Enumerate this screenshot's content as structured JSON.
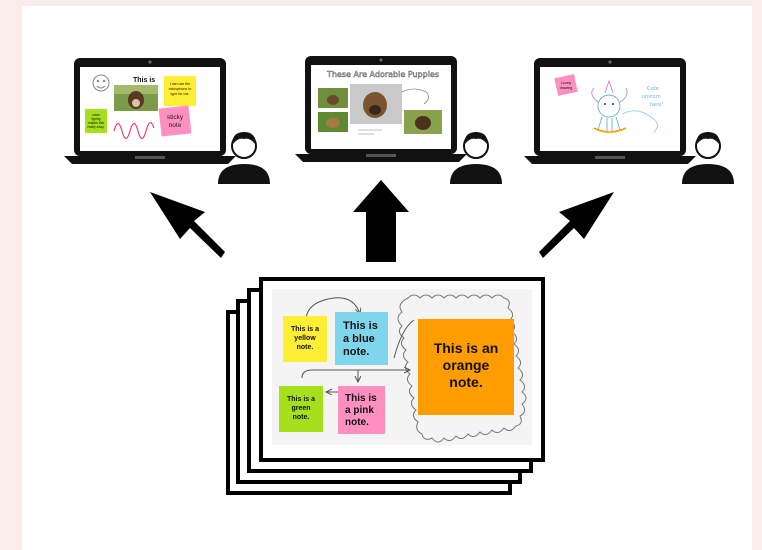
{
  "colors": {
    "background": "#f9ecea",
    "panel": "#ffffff",
    "yellow_note": "#ffee33",
    "blue_note": "#7fd6ec",
    "orange_note": "#ff9d00",
    "green_note": "#a6e01c",
    "pink_note": "#ff8fc0",
    "outline": "#000000"
  },
  "board": {
    "yellow_note": [
      "This is a",
      "yellow",
      "note."
    ],
    "blue_note": [
      "This is",
      "a blue",
      "note."
    ],
    "orange_note": [
      "This is an",
      "orange",
      "note."
    ],
    "green_note": [
      "This is a",
      "green",
      "note."
    ],
    "pink_note": [
      "This is",
      "a pink",
      "note."
    ]
  },
  "laptops": {
    "left": {
      "title": "This is",
      "yellow_note": [
        "I can use the",
        "microphone to",
        "type for me."
      ],
      "pink_note": [
        "sticky",
        "note"
      ],
      "green_note": [
        "voice",
        "typing",
        "makes this",
        "really easy."
      ]
    },
    "middle": {
      "title": "These Are Adorable Puppies"
    },
    "right": {
      "pink_note": [
        "Lovely",
        "drawing"
      ],
      "scribble": [
        "Cute",
        "unicorn",
        "here!"
      ]
    }
  }
}
